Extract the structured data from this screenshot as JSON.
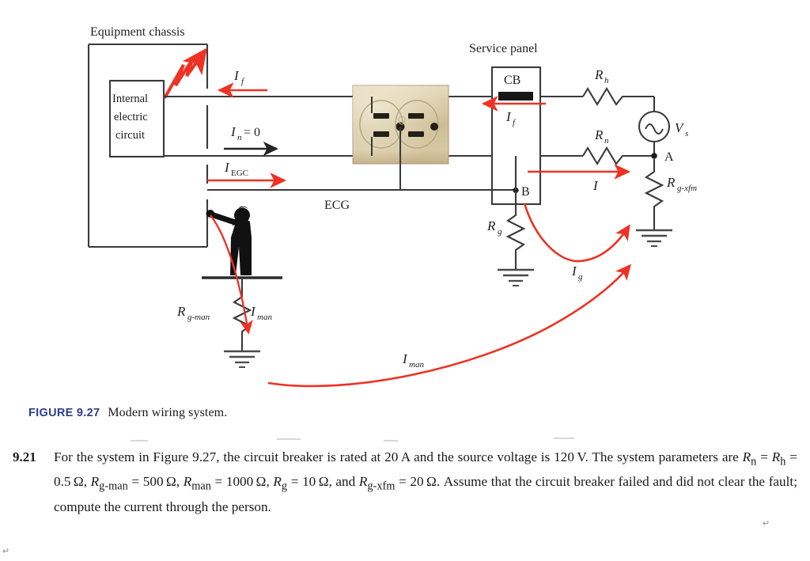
{
  "figure": {
    "labels": {
      "equipment_chassis": "Equipment chassis",
      "internal_circuit_l1": "Internal",
      "internal_circuit_l2": "electric",
      "internal_circuit_l3": "circuit",
      "service_panel": "Service panel",
      "cb": "CB",
      "ecg": "ECG",
      "node_a": "A",
      "node_b": "B"
    },
    "currents": {
      "if_top": "I",
      "if_top_sub": "f",
      "in_zero": "I",
      "in_zero_sub": "n",
      "in_zero_eq": "= 0",
      "iegc": "I",
      "iegc_sub": "EGC",
      "if_panel": "I",
      "if_panel_sub": "f",
      "i_main": "I",
      "ig": "I",
      "ig_sub": "g",
      "iman_person": "I",
      "iman_person_sub": "man",
      "iman_big": "I",
      "iman_big_sub": "man"
    },
    "components": {
      "rh": "R",
      "rh_sub": "h",
      "rn": "R",
      "rn_sub": "n",
      "rg": "R",
      "rg_sub": "g",
      "rg_xfm": "R",
      "rg_xfm_sub": "g-xfm",
      "rg_man": "R",
      "rg_man_sub": "g-man",
      "vs": "V",
      "vs_sub": "s"
    },
    "colors": {
      "red": "#ee3224",
      "wire": "#3a3a3a",
      "outlet_face": "#cfc09a",
      "outlet_face_light": "#e4d9bc",
      "outlet_slot": "#221d14",
      "figure_black": "#111111",
      "caption_blue": "#2c3e8f"
    }
  },
  "caption": {
    "number": "FIGURE 9.27",
    "text": "Modern wiring system."
  },
  "problem": {
    "number": "9.21",
    "line": "For the system in Figure 9.27, the circuit breaker is rated at 20 A and the source voltage is 120 V. The system parameters are Rn=Rh=0.5 Ω, Rg-man=500 Ω, Rman=1000 Ω, Rg=10 Ω, and Rg-xfm=20 Ω. Assume that the circuit breaker failed and did not clear the fault; compute the current through the person.",
    "segments": {
      "s1": "For the system in Figure 9.27, the circuit breaker is rated at 20 A and the source voltage is 120 V. The system parameters are ",
      "s2": " = ",
      "s3": " = 0.5 Ω, ",
      "s4": " = 500 Ω, ",
      "s5": " = 1000 Ω, ",
      "s6": " = 10 Ω, and ",
      "s7": " = 20 Ω. Assume that the circuit breaker failed and did not clear the fault; compute the current through the person.",
      "rn": "R",
      "rn_sub": "n",
      "rh": "R",
      "rh_sub": "h",
      "rgman": "R",
      "rgman_sub": "g-man",
      "rman": "R",
      "rman_sub": "man",
      "rg": "R",
      "rg_sub": "g",
      "rgxfm": "R",
      "rgxfm_sub": "g-xfm"
    }
  },
  "artifacts": {
    "crumb_right": "↵",
    "crumb_left": "↵"
  }
}
